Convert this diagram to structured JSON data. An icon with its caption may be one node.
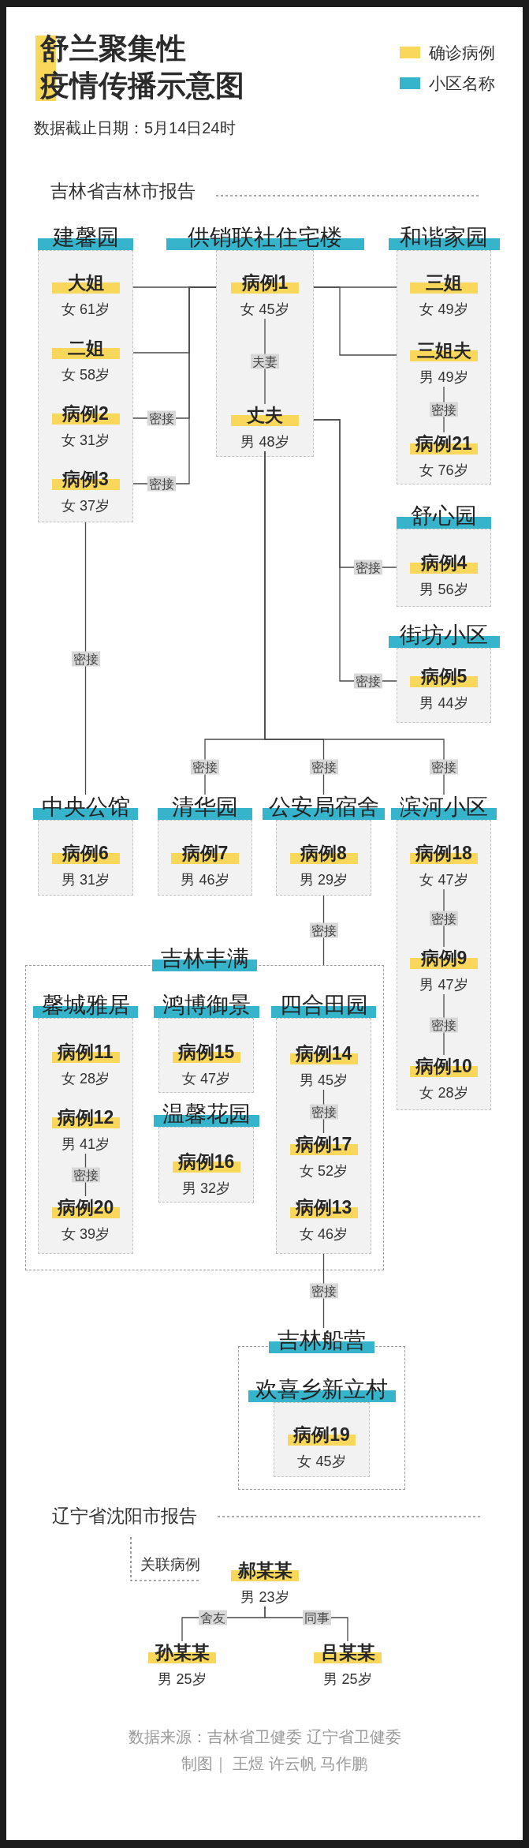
{
  "diagram": {
    "title": "舒兰聚集性疫情传播示意图",
    "nodes": [
      {
        "text": [
          "建馨园"
        ]
      },
      {
        "text": [
          "大姐",
          "女 61岁"
        ],
        "in": 0
      },
      {
        "text": [
          "二姐",
          "女 58岁"
        ],
        "in": 0
      },
      {
        "text": [
          "病例2",
          "女 31岁"
        ],
        "in": 0
      },
      {
        "text": [
          "病例3",
          "女 37岁"
        ],
        "in": 0
      },
      {
        "text": [
          "供销联社住宅楼"
        ]
      },
      {
        "text": [
          "病例1",
          "女 45岁"
        ],
        "in": 5
      },
      {
        "text": [
          "丈夫",
          "男 48岁"
        ],
        "in": 5
      },
      {
        "text": [
          "和谐家园"
        ]
      },
      {
        "text": [
          "三姐",
          "女 49岁"
        ],
        "in": 8
      },
      {
        "text": [
          "三姐夫",
          "男 49岁"
        ],
        "in": 8
      },
      {
        "text": [
          "病例21",
          "女 76岁"
        ],
        "in": 8
      },
      {
        "text": [
          "舒心园"
        ]
      },
      {
        "text": [
          "病例4",
          "男 56岁"
        ],
        "in": 12
      },
      {
        "text": [
          "街坊小区"
        ]
      },
      {
        "text": [
          "病例5",
          "男 44岁"
        ],
        "in": 14
      },
      {
        "text": [
          "中央公馆"
        ]
      },
      {
        "text": [
          "病例6",
          "男 31岁"
        ],
        "in": 16
      },
      {
        "text": [
          "清华园"
        ]
      },
      {
        "text": [
          "病例7",
          "男 46岁"
        ],
        "in": 18
      },
      {
        "text": [
          "公安局宿舍"
        ]
      },
      {
        "text": [
          "病例8",
          "男 29岁"
        ],
        "in": 20
      },
      {
        "text": [
          "滨河小区"
        ]
      },
      {
        "text": [
          "病例18",
          "女 47岁"
        ],
        "in": 22
      },
      {
        "text": [
          "病例9",
          "男 47岁"
        ],
        "in": 22
      },
      {
        "text": [
          "病例10",
          "女 28岁"
        ],
        "in": 22
      },
      {
        "text": [
          "吉林丰满"
        ]
      },
      {
        "text": [
          "馨城雅居"
        ],
        "in": 26
      },
      {
        "text": [
          "病例11",
          "女 28岁"
        ],
        "in": 27
      },
      {
        "text": [
          "病例12",
          "男 41岁"
        ],
        "in": 27
      },
      {
        "text": [
          "病例20",
          "女 39岁"
        ],
        "in": 27
      },
      {
        "text": [
          "鸿博御景"
        ],
        "in": 26
      },
      {
        "text": [
          "病例15",
          "女 47岁"
        ],
        "in": 31
      },
      {
        "text": [
          "温馨花园"
        ],
        "in": 26
      },
      {
        "text": [
          "病例16",
          "男 32岁"
        ],
        "in": 33
      },
      {
        "text": [
          "四合田园"
        ],
        "in": 26
      },
      {
        "text": [
          "病例14",
          "男 45岁"
        ],
        "in": 35
      },
      {
        "text": [
          "病例17",
          "女 52岁"
        ],
        "in": 35
      },
      {
        "text": [
          "病例13",
          "女 46岁"
        ],
        "in": 35
      },
      {
        "text": [
          "吉林船营"
        ]
      },
      {
        "text": [
          "欢喜乡新立村"
        ],
        "in": 39
      },
      {
        "text": [
          "病例19",
          "女 45岁"
        ],
        "in": 40
      },
      {
        "text": [
          "郝某某",
          "男 23岁"
        ]
      },
      {
        "text": [
          "孙某某",
          "男 25岁"
        ]
      },
      {
        "text": [
          "吕某某",
          "男 25岁"
        ]
      }
    ],
    "edges": [
      {
        "from": 6,
        "to": 1,
        "arrow": "none"
      },
      {
        "from": 6,
        "to": 2,
        "arrow": "none"
      },
      {
        "from": 6,
        "to": 3,
        "label": "密接",
        "arrow": "none"
      },
      {
        "from": 6,
        "to": 4,
        "label": "密接",
        "arrow": "none"
      },
      {
        "from": 6,
        "to": 7,
        "label": "夫妻",
        "arrow": "none"
      },
      {
        "from": 6,
        "to": 9,
        "arrow": "none"
      },
      {
        "from": 6,
        "to": 10,
        "arrow": "none"
      },
      {
        "from": 10,
        "to": 11,
        "label": "密接",
        "arrow": "none"
      },
      {
        "from": 7,
        "to": 13,
        "label": "密接",
        "arrow": "none"
      },
      {
        "from": 7,
        "to": 15,
        "label": "密接",
        "arrow": "none"
      },
      {
        "from": 0,
        "to": 16,
        "label": "密接",
        "arrow": "none"
      },
      {
        "from": 7,
        "to": 18,
        "label": "密接",
        "arrow": "none"
      },
      {
        "from": 7,
        "to": 20,
        "label": "密接",
        "arrow": "none"
      },
      {
        "from": 7,
        "to": 22,
        "label": "密接",
        "arrow": "none"
      },
      {
        "from": 23,
        "to": 24,
        "label": "密接",
        "arrow": "none"
      },
      {
        "from": 24,
        "to": 25,
        "label": "密接",
        "arrow": "none"
      },
      {
        "from": 20,
        "to": 26,
        "label": "密接",
        "arrow": "none"
      },
      {
        "from": 29,
        "to": 30,
        "label": "密接",
        "arrow": "none"
      },
      {
        "from": 36,
        "to": 37,
        "label": "密接",
        "arrow": "none"
      },
      {
        "from": 35,
        "to": 39,
        "label": "密接",
        "arrow": "none"
      },
      {
        "from": 42,
        "to": 43,
        "label": "舍友",
        "arrow": "none"
      },
      {
        "from": 42,
        "to": 44,
        "label": "同事",
        "arrow": "none"
      }
    ],
    "labels": [
      "数据截止日期：5月14日24时",
      "吉林省吉林市报告",
      "辽宁省沈阳市报告",
      "关联病例",
      "数据来源：吉林省卫健委 辽宁省卫健委",
      "制图｜ 王煜 许云帆 马作鹏"
    ],
    "legend": [
      {
        "text": "确诊病例",
        "color": "#f8d75a"
      },
      {
        "text": "小区名称",
        "color": "#36b4cc"
      }
    ]
  }
}
